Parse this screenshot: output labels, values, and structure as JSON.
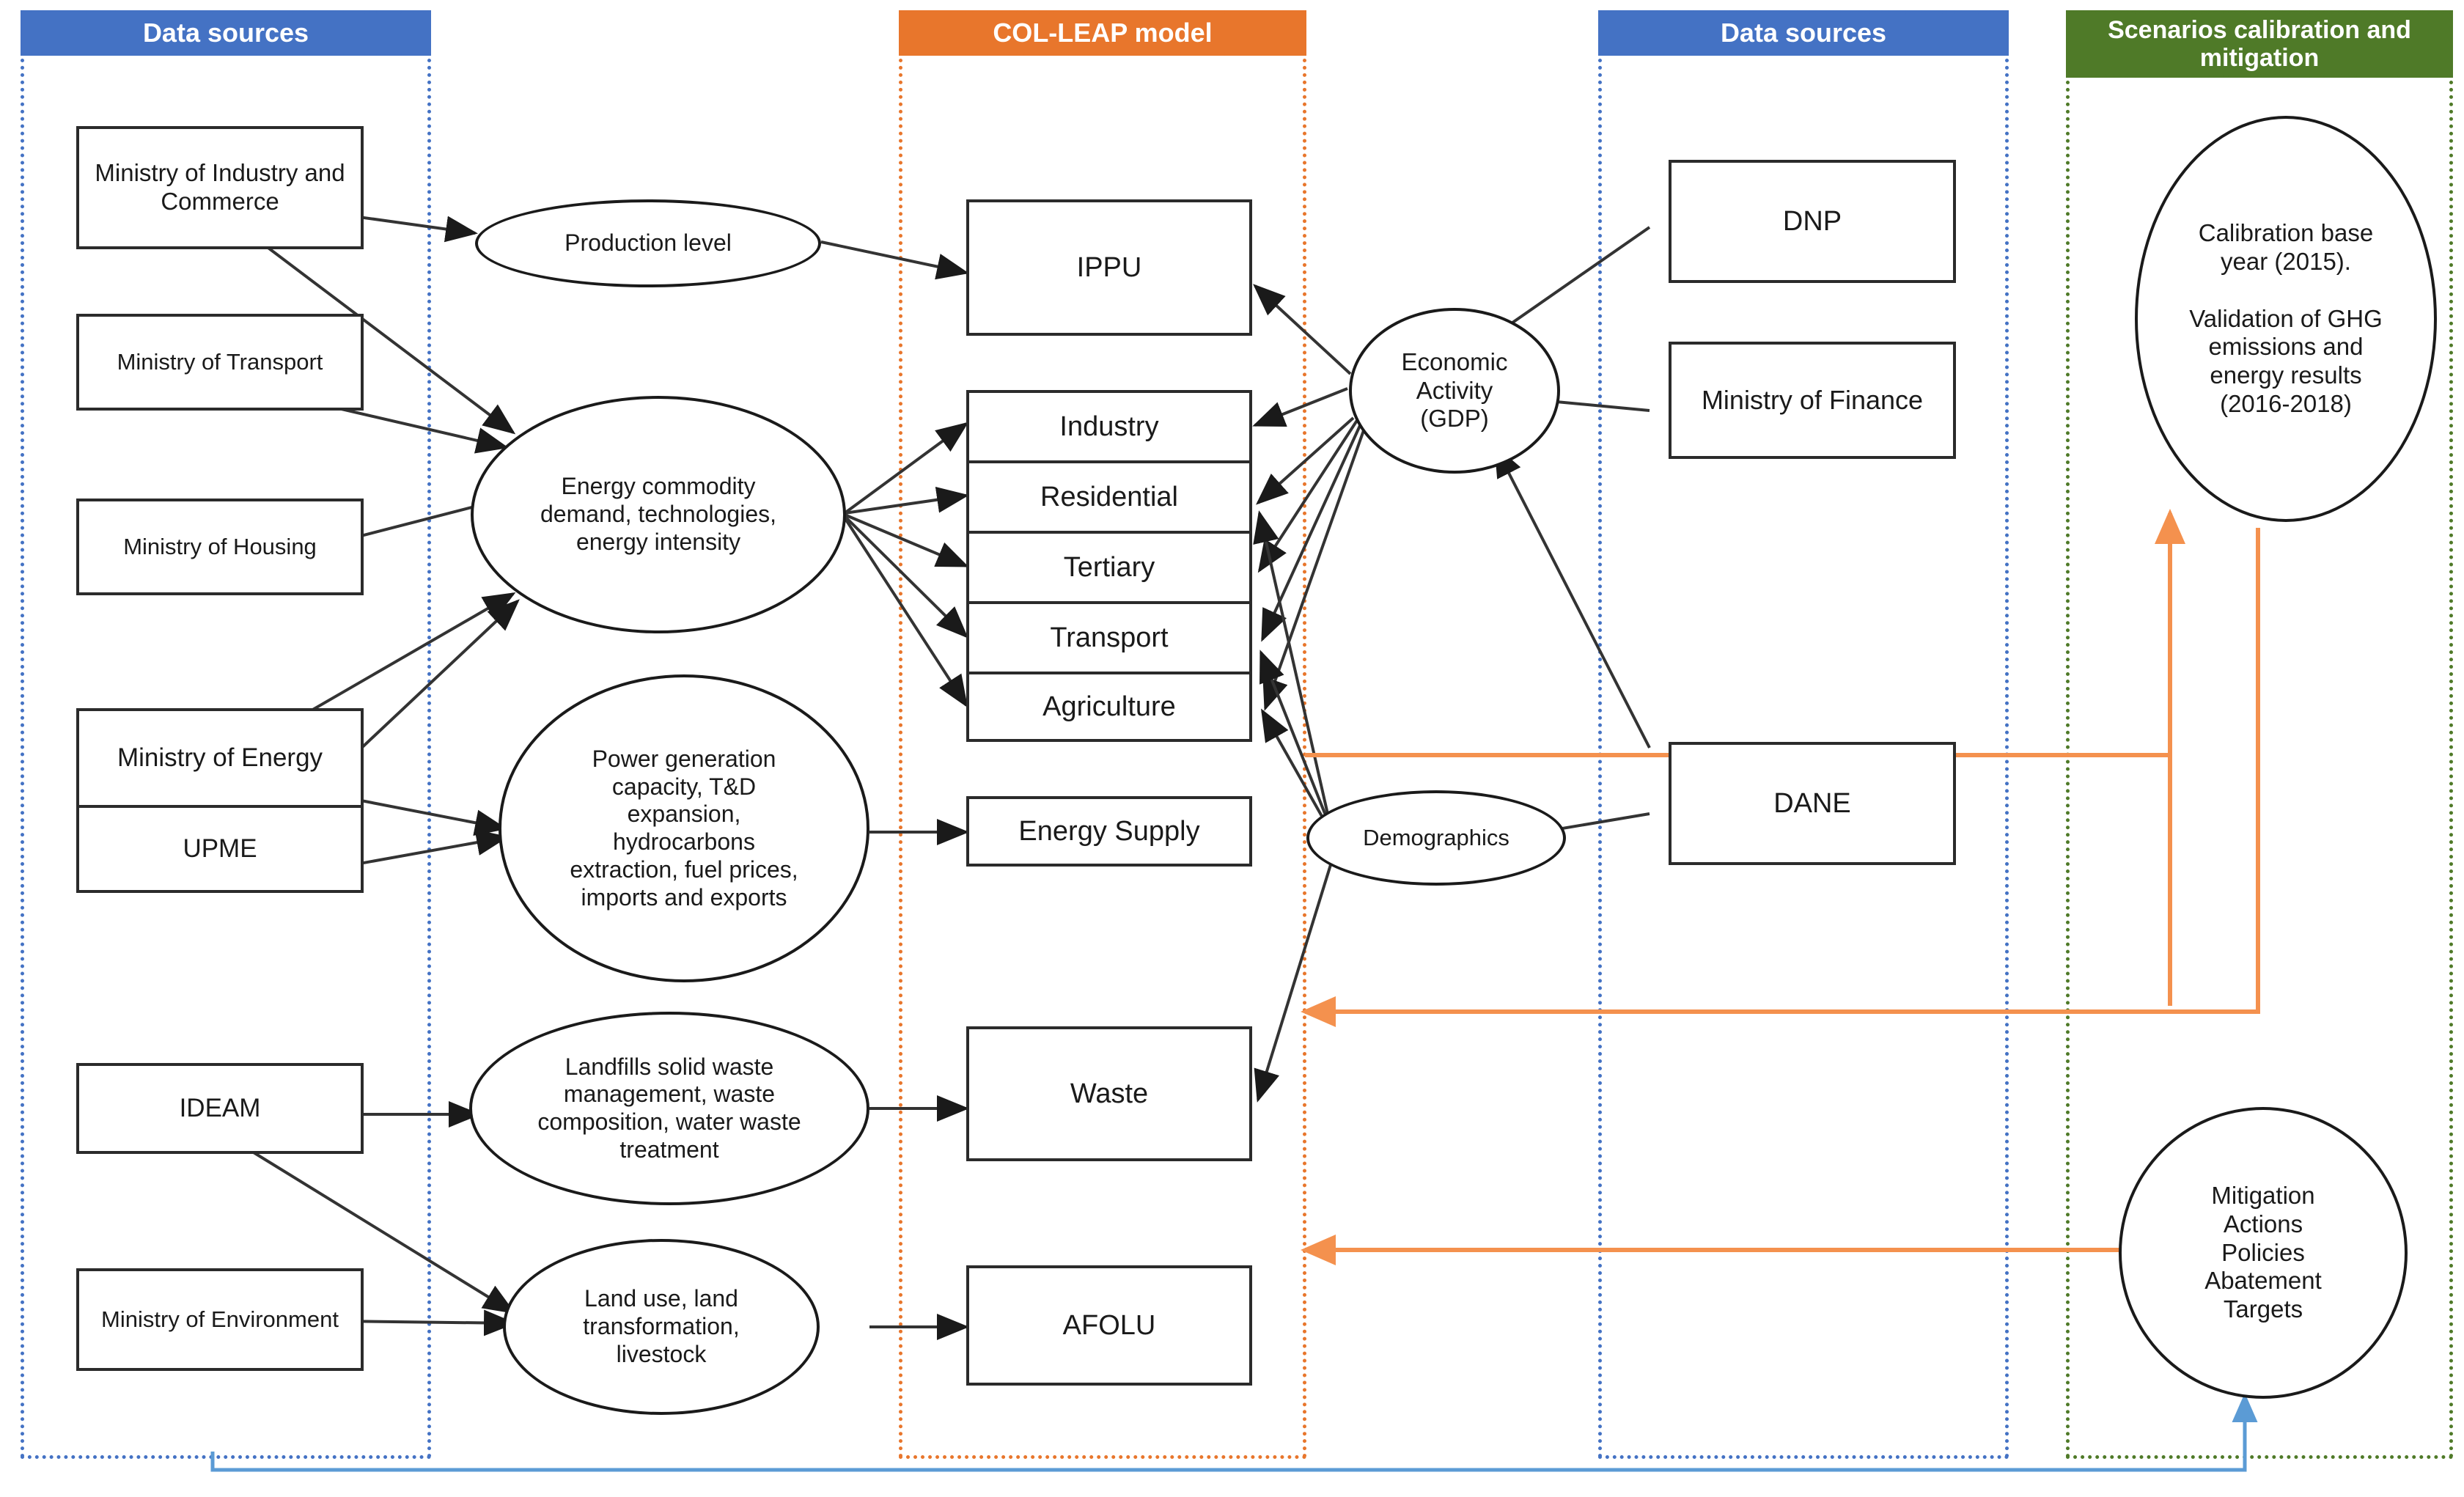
{
  "panels": [
    {
      "id": "data-sources-left",
      "title": "Data sources",
      "color": "#4472c4"
    },
    {
      "id": "col-leap-model",
      "title": "COL-LEAP model",
      "color": "#e8762c"
    },
    {
      "id": "data-sources-right",
      "title": "Data sources",
      "color": "#4472c4"
    },
    {
      "id": "scenarios",
      "title": "Scenarios calibration and mitigation",
      "color": "#4f7a28"
    }
  ],
  "left_sources": [
    {
      "label": "Ministry of Industry and Commerce"
    },
    {
      "label": "Ministry of Transport"
    },
    {
      "label": "Ministry of Housing"
    },
    {
      "label": "Ministry of Energy"
    },
    {
      "label": "UPME"
    },
    {
      "label": "IDEAM"
    },
    {
      "label": "Ministry of Environment"
    }
  ],
  "drivers": [
    {
      "label": "Production level"
    },
    {
      "label": "Energy commodity demand, technologies, energy intensity"
    },
    {
      "label": "Power generation capacity, T&D expansion, hydrocarbons extraction, fuel prices, imports and exports"
    },
    {
      "label": "Landfills solid waste management, waste composition, water waste treatment"
    },
    {
      "label": "Land use, land transformation, livestock"
    }
  ],
  "model_modules": [
    {
      "label": "IPPU"
    },
    {
      "label": "Industry"
    },
    {
      "label": "Residential"
    },
    {
      "label": "Tertiary"
    },
    {
      "label": "Transport"
    },
    {
      "label": "Agriculture"
    },
    {
      "label": "Energy Supply"
    },
    {
      "label": "Waste"
    },
    {
      "label": "AFOLU"
    }
  ],
  "macro_nodes": [
    {
      "label": "Economic Activity (GDP)"
    },
    {
      "label": "Demographics"
    }
  ],
  "right_sources": [
    {
      "label": "DNP"
    },
    {
      "label": "Ministry of Finance"
    },
    {
      "label": "DANE"
    }
  ],
  "scenario_nodes": [
    {
      "label": "Calibration base year (2015).\n\nValidation of GHG emissions and energy results (2016-2018)"
    },
    {
      "label": "Mitigation Actions Policies Abatement Targets"
    }
  ],
  "colors": {
    "blue": "#4472c4",
    "orange": "#e8762c",
    "green": "#4f7a28",
    "feedback_orange": "#f4914e",
    "feedback_blue": "#5b9bd5",
    "node_stroke": "#2b2b2b"
  }
}
